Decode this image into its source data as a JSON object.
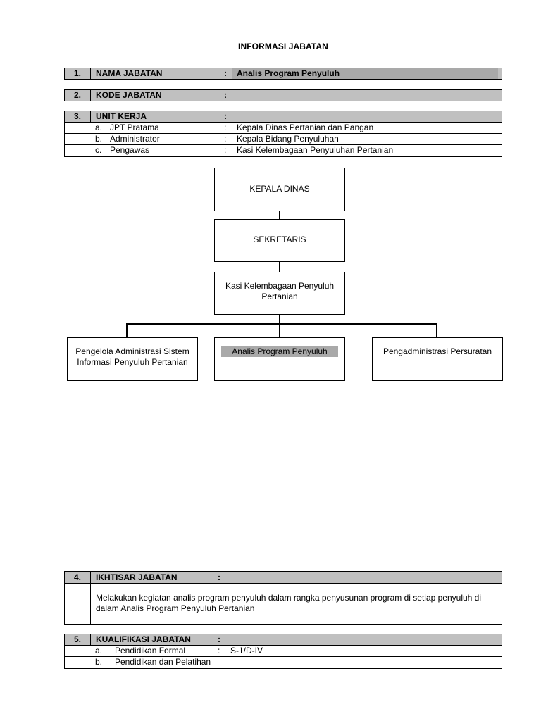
{
  "document_title": "INFORMASI JABATAN",
  "section1": {
    "number": "1.",
    "label": "NAMA JABATAN",
    "colon": ":",
    "value": "Analis Program Penyuluh"
  },
  "section2": {
    "number": "2.",
    "label": "KODE JABATAN",
    "colon": ":"
  },
  "section3": {
    "number": "3.",
    "label": "UNIT KERJA",
    "colon": ":",
    "items": [
      {
        "letter": "a.",
        "label": "JPT Pratama",
        "colon": ":",
        "value": "Kepala Dinas Pertanian dan Pangan"
      },
      {
        "letter": "b.",
        "label": "Administrator",
        "colon": ":",
        "value": "Kepala Bidang Penyuluhan"
      },
      {
        "letter": "c.",
        "label": "Pengawas",
        "colon": ":",
        "value": "Kasi Kelembagaan Penyuluhan Pertanian"
      }
    ]
  },
  "org_chart": {
    "level1": "KEPALA DINAS",
    "level2": "SEKRETARIS",
    "level3": "Kasi Kelembagaan Penyuluh Pertanian",
    "level4": [
      "Pengelola Administrasi Sistem Informasi Penyuluh Pertanian",
      "Analis Program Penyuluh",
      "Pengadministrasi Persuratan"
    ]
  },
  "section4": {
    "number": "4.",
    "label": "IKHTISAR JABATAN",
    "colon": ":",
    "text": "Melakukan kegiatan analis program penyuluh dalam rangka penyusunan program di setiap penyuluh di dalam Analis Program Penyuluh Pertanian"
  },
  "section5": {
    "number": "5.",
    "label": "KUALIFIKASI JABATAN",
    "colon": ":",
    "items": [
      {
        "letter": "a.",
        "label": "Pendidikan Formal",
        "colon": ":",
        "value": "S-1/D-IV"
      },
      {
        "letter": "b.",
        "label": "Pendidikan dan Pelatihan",
        "colon": "",
        "value": ""
      }
    ]
  },
  "colors": {
    "header_gray": "#c0c0c0",
    "highlight_gray": "#a9a9a9",
    "border": "#000000"
  }
}
